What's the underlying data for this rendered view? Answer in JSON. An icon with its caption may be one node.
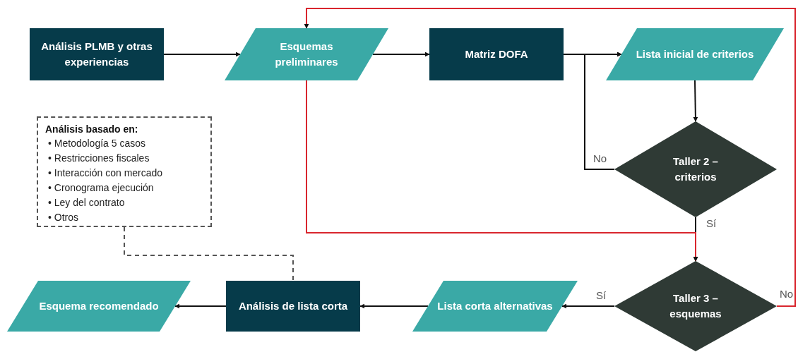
{
  "diagram": {
    "nodes": [
      {
        "text": [
          "Análisis PLMB y otras experiencias"
        ]
      },
      {
        "text": [
          "Esquemas preliminares"
        ]
      },
      {
        "text": [
          "Matriz DOFA"
        ]
      },
      {
        "text": [
          "Lista inicial de criterios"
        ]
      },
      {
        "text": [
          "Taller 2 – criterios"
        ]
      },
      {
        "text": [
          "Taller 3 – esquemas"
        ]
      },
      {
        "text": [
          "Lista corta alternativas"
        ]
      },
      {
        "text": [
          "Análisis de lista corta"
        ]
      },
      {
        "text": [
          "Esquema recomendado"
        ]
      },
      {
        "text": [
          "Análisis basado en:",
          "• Metodología 5 casos",
          "• Restricciones fiscales",
          "• Interacción con mercado",
          "• Cronograma ejecución",
          "• Ley del contrato",
          "• Otros"
        ]
      }
    ],
    "edges": [
      {
        "from": 0,
        "to": 1,
        "arrow": "to"
      },
      {
        "from": 1,
        "to": 2,
        "arrow": "to"
      },
      {
        "from": 2,
        "to": 3,
        "arrow": "to"
      },
      {
        "from": 3,
        "to": 4,
        "arrow": "to"
      },
      {
        "from": 4,
        "to": 3,
        "arrow": "to",
        "label": "No"
      },
      {
        "from": 4,
        "to": 5,
        "arrow": "to",
        "label": "Sí"
      },
      {
        "from": 5,
        "to": 6,
        "arrow": "to",
        "label": "Sí"
      },
      {
        "from": 6,
        "to": 7,
        "arrow": "to"
      },
      {
        "from": 7,
        "to": 8,
        "arrow": "to"
      },
      {
        "from": 9,
        "to": 7,
        "arrow": "none",
        "style": "dashed"
      },
      {
        "from": 5,
        "to": 1,
        "arrow": "to",
        "label": "No",
        "color": "#d9262e"
      },
      {
        "from": 1,
        "to": 5,
        "arrow": "to",
        "color": "#d9262e"
      }
    ]
  }
}
